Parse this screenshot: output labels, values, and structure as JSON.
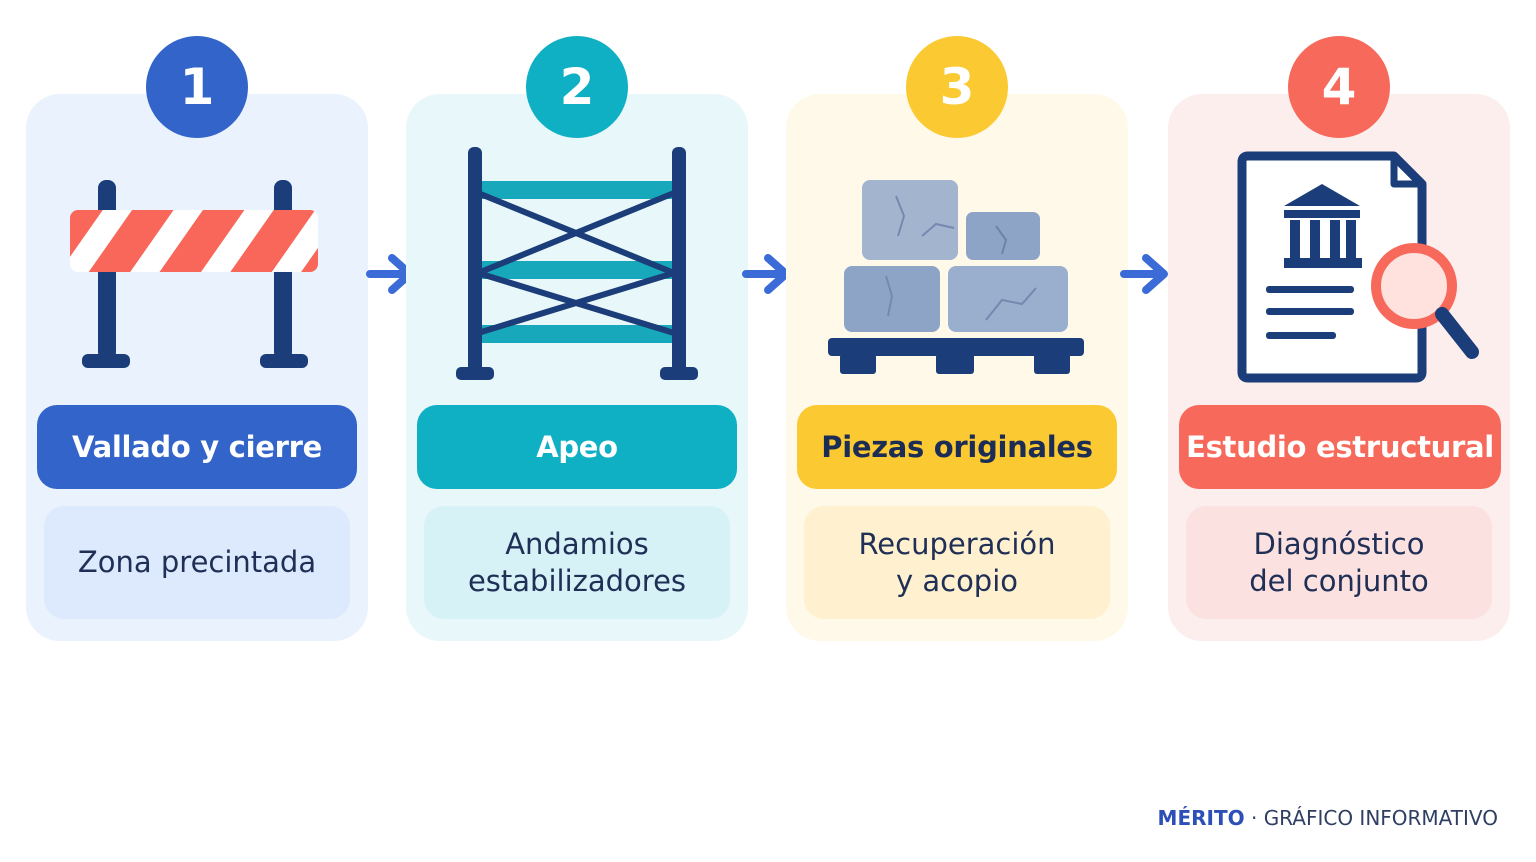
{
  "steps": [
    {
      "number": "1",
      "title": "Vallado y cierre",
      "subtitle": "Zona precintada",
      "icon": "barrier-icon",
      "accent": "#3364c9",
      "card_bg": "#eaf2fe",
      "sub_bg": "#dde9fc",
      "title_color": "#ffffff"
    },
    {
      "number": "2",
      "title": "Apeo",
      "subtitle": "Andamios\nestabilizadores",
      "icon": "scaffolding-icon",
      "accent": "#0fb0c4",
      "card_bg": "#e8f7fa",
      "sub_bg": "#d6f2f6",
      "title_color": "#ffffff"
    },
    {
      "number": "3",
      "title": "Piezas originales",
      "subtitle": "Recuperación\ny acopio",
      "icon": "stone-pallet-icon",
      "accent": "#fbc932",
      "card_bg": "#fff9ea",
      "sub_bg": "#fff1cf",
      "title_color": "#1c2d55"
    },
    {
      "number": "4",
      "title": "Estudio estructural",
      "subtitle": "Diagnóstico\ndel conjunto",
      "icon": "document-search-icon",
      "accent": "#f7695a",
      "card_bg": "#fdeeee",
      "sub_bg": "#fbe1e0",
      "title_color": "#ffffff"
    }
  ],
  "arrow_color": "#3a6bd6",
  "footer": {
    "brand": "MÉRITO",
    "separator": " · ",
    "label": "GRÁFICO INFORMATIVO"
  }
}
